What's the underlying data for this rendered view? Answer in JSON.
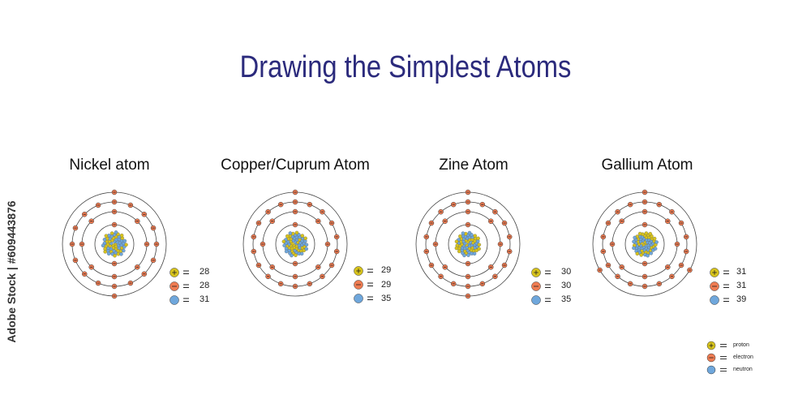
{
  "title": "Drawing the Simplest Atoms",
  "watermark_side": "Adobe Stock | #609443876",
  "atoms": [
    {
      "name": "Nickel  atom",
      "shells": [
        2,
        8,
        16,
        2
      ],
      "counts": {
        "proton": "28",
        "electron": "28",
        "neutron": "31"
      }
    },
    {
      "name": "Copper/Cuprum  Atom",
      "shells": [
        2,
        8,
        18,
        1
      ],
      "counts": {
        "proton": "29",
        "electron": "29",
        "neutron": "35"
      }
    },
    {
      "name": "Zine  Atom",
      "shells": [
        2,
        8,
        18,
        2
      ],
      "counts": {
        "proton": "30",
        "electron": "30",
        "neutron": "35"
      }
    },
    {
      "name": "Gallium  Atom",
      "shells": [
        2,
        8,
        18,
        3
      ],
      "counts": {
        "proton": "31",
        "electron": "31",
        "neutron": "39"
      }
    }
  ],
  "legend": {
    "proton": "proton",
    "electron": "electron",
    "neutron": "neutron"
  },
  "colors": {
    "title": "#2b2a7c",
    "proton": "#d7c31c",
    "electron": "#ef7c52",
    "neutron": "#6fa7dc",
    "orbit": "#444444"
  }
}
